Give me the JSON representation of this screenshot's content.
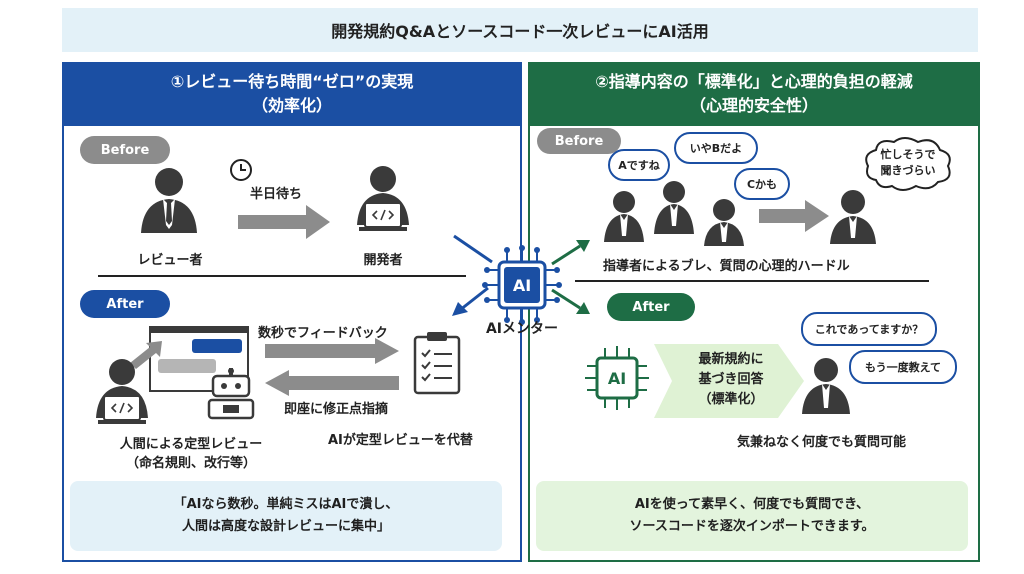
{
  "title": "開発規約Q&Aとソースコード一次レビューにAI活用",
  "left": {
    "heading_line1": "①レビュー待ち時間“ゼロ”の実現",
    "heading_line2": "（効率化）",
    "before_label": "Before",
    "wait_label": "半日待ち",
    "reviewer_label": "レビュー者",
    "developer_label": "開発者",
    "after_label": "After",
    "feedback_label": "数秒でフィードバック",
    "fix_label": "即座に修正点指摘",
    "human_review_label": "人間による定型レビュー",
    "human_review_sub": "（命名規則、改行等）",
    "ai_review_label": "AIが定型レビューを代替",
    "quote_line1": "「AIなら数秒。単純ミスはAIで潰し、",
    "quote_line2": "人間は高度な設計レビューに集中」"
  },
  "center": {
    "ai_chip_text": "AI",
    "mentor_label": "AIメンター"
  },
  "right": {
    "heading_line1": "②指導内容の「標準化」と心理的負担の軽減",
    "heading_line2": "（心理的安全性）",
    "before_label": "Before",
    "bubble_a": "Aですね",
    "bubble_b": "いやBだよ",
    "bubble_c": "Cかも",
    "busy_line1": "忙しそうで",
    "busy_line2": "聞きづらい",
    "before_caption": "指導者によるブレ、質問の心理的ハードル",
    "after_label": "After",
    "chip_text": "AI",
    "arrow_line1": "最新規約に",
    "arrow_line2": "基づき回答",
    "arrow_line3": "（標準化）",
    "bubble_q1": "これであってますか？",
    "bubble_q2": "もう一度教えて",
    "after_caption": "気兼ねなく何度でも質問可能",
    "quote_line1": "AIを使って素早く、何度でも質問でき、",
    "quote_line2": "ソースコードを逐次インポートできます。"
  },
  "colors": {
    "left_accent": "#1b4fa3",
    "right_accent": "#1e6d45",
    "title_bg": "#e3f1f8",
    "right_quote_bg": "#e3f4dd"
  }
}
